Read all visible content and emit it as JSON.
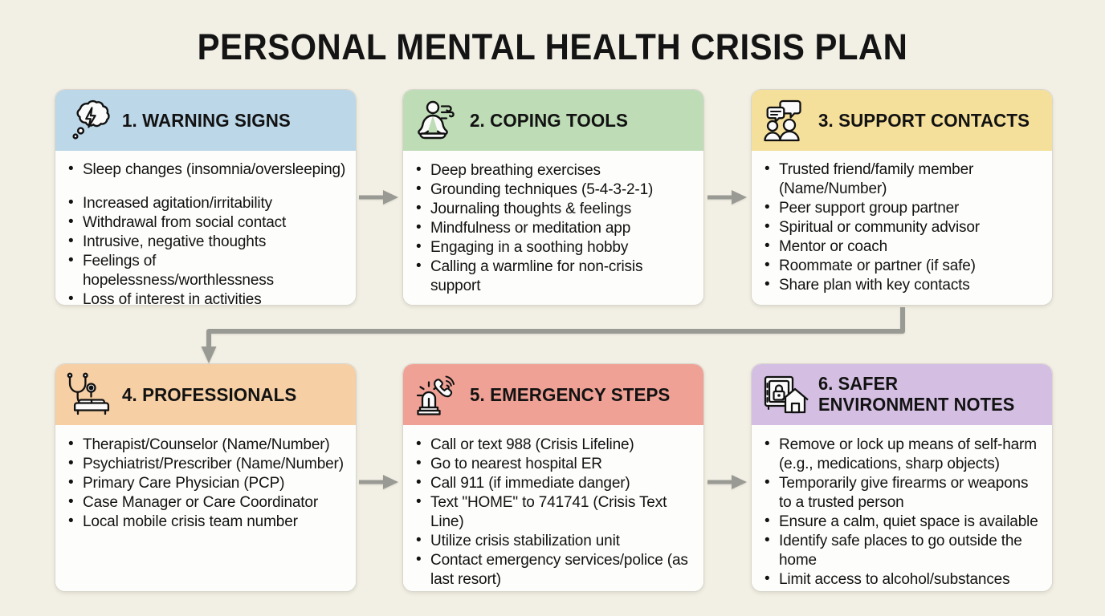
{
  "page": {
    "title": "PERSONAL MENTAL HEALTH CRISIS PLAN",
    "background_color": "#f2efe4",
    "arrow_color": "#9a9a94"
  },
  "cards": [
    {
      "id": "card-1",
      "number": "1",
      "title": "1. WARNING SIGNS",
      "header_color": "#bcd7e8",
      "icon": "thought-cloud-lightning-icon",
      "bullets": [
        "Sleep changes (insomnia/oversleeping)",
        "Increased agitation/irritability",
        "Withdrawal from social contact",
        "Intrusive, negative thoughts",
        "Feelings of hopelessness/worthlessness",
        "Loss of interest in activities"
      ]
    },
    {
      "id": "card-2",
      "number": "2",
      "title": "2. COPING TOOLS",
      "header_color": "#bedcb6",
      "icon": "meditating-person-icon",
      "bullets": [
        "Deep breathing exercises",
        "Grounding techniques (5-4-3-2-1)",
        "Journaling thoughts & feelings",
        "Mindfulness or meditation app",
        "Engaging in a soothing hobby",
        "Calling a warmline for non-crisis support"
      ]
    },
    {
      "id": "card-3",
      "number": "3",
      "title": "3. SUPPORT CONTACTS",
      "header_color": "#f4e09a",
      "icon": "two-people-speech-bubbles-icon",
      "bullets": [
        "Trusted friend/family member (Name/Number)",
        "Peer support group partner",
        "Spiritual or community advisor",
        "Mentor or coach",
        "Roommate or partner (if safe)",
        "Share plan with key contacts"
      ]
    },
    {
      "id": "card-4",
      "number": "4",
      "title": "4. PROFESSIONALS",
      "header_color": "#f6cfa5",
      "icon": "stethoscope-couch-icon",
      "bullets": [
        "Therapist/Counselor (Name/Number)",
        "Psychiatrist/Prescriber (Name/Number)",
        "Primary Care Physician (PCP)",
        "Case Manager or Care Coordinator",
        "Local mobile crisis team number"
      ]
    },
    {
      "id": "card-5",
      "number": "5",
      "title": "5. EMERGENCY STEPS",
      "header_color": "#f0a195",
      "icon": "siren-phone-icon",
      "bullets": [
        "Call or text 988 (Crisis Lifeline)",
        "Go to nearest hospital ER",
        "Call 911 (if immediate danger)",
        "Text \"HOME\" to 741741 (Crisis Text Line)",
        "Utilize crisis stabilization unit",
        "Contact emergency services/police (as last resort)"
      ]
    },
    {
      "id": "card-6",
      "number": "6",
      "title": "6. SAFER ENVIRONMENT NOTES",
      "header_color": "#d4bfe3",
      "icon": "safe-house-lock-icon",
      "bullets": [
        "Remove or lock up means of self-harm (e.g., medications, sharp objects)",
        "Temporarily give firearms or weapons to a trusted person",
        "Ensure a calm, quiet space is available",
        "Identify safe places to go outside the home",
        "Limit access to alcohol/substances"
      ]
    }
  ],
  "connectors": [
    {
      "name": "arrow-card1-to-card2",
      "type": "horizontal"
    },
    {
      "name": "arrow-card2-to-card3",
      "type": "horizontal"
    },
    {
      "name": "arrow-card3-to-card4",
      "type": "wrap-down-left"
    },
    {
      "name": "arrow-card4-to-card5",
      "type": "horizontal"
    },
    {
      "name": "arrow-card5-to-card6",
      "type": "horizontal"
    }
  ]
}
